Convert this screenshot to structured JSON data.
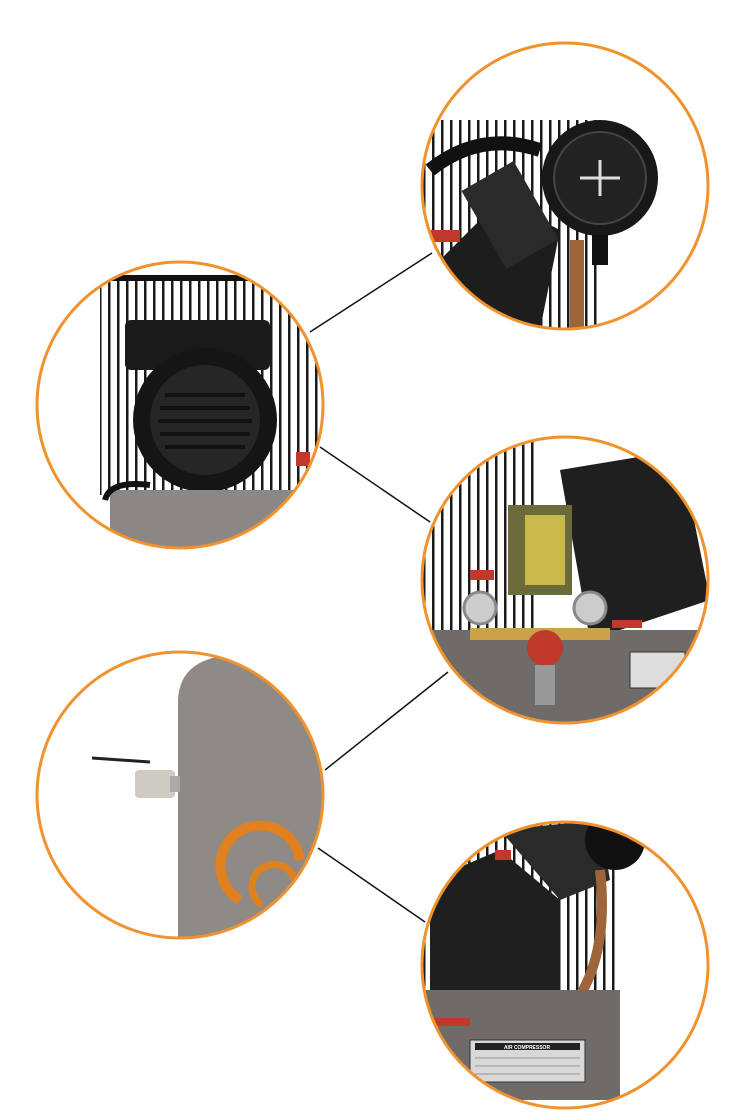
{
  "accent_color": "#F0922E",
  "details": [
    {
      "name": "air-filter-pump-head"
    },
    {
      "name": "electric-motor"
    },
    {
      "name": "pressure-switch-gauges"
    },
    {
      "name": "drain-ball-valve"
    },
    {
      "name": "pump-and-nameplate"
    }
  ],
  "nameplate": {
    "title": "AIR COMPRESSOR"
  }
}
